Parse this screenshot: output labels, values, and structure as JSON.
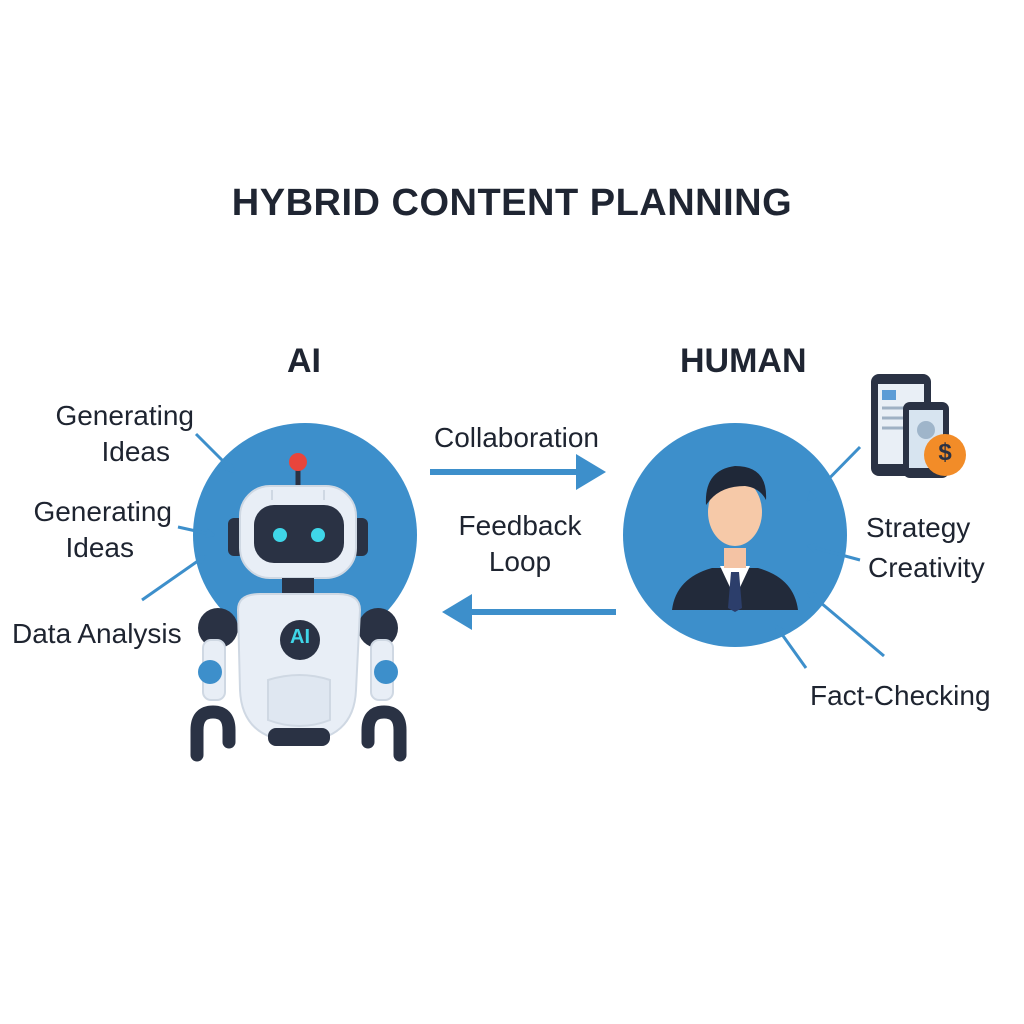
{
  "title": "HYBRID CONTENT PLANNING",
  "ai": {
    "heading": "AI",
    "chest_badge": "AI",
    "labels": [
      {
        "line1": "Generating",
        "line2": "Ideas"
      },
      {
        "line1": "Generating",
        "line2": "Ideas"
      },
      {
        "line1": "Data Analysis",
        "line2": ""
      }
    ]
  },
  "human": {
    "heading": "HUMAN",
    "labels": {
      "strategy": "Strategy",
      "creativity": "Creativity",
      "fact_checking": "Fact-Checking"
    },
    "device_currency": "$"
  },
  "flow": {
    "collaboration": "Collaboration",
    "feedback_line1": "Feedback",
    "feedback_line2": "Loop"
  },
  "colors": {
    "circle": "#3d8fcb",
    "arrow": "#3d8fcb",
    "accent_cyan": "#3fd6e8",
    "antenna": "#e8453c",
    "coin": "#f28c28",
    "dark": "#2a3244"
  }
}
